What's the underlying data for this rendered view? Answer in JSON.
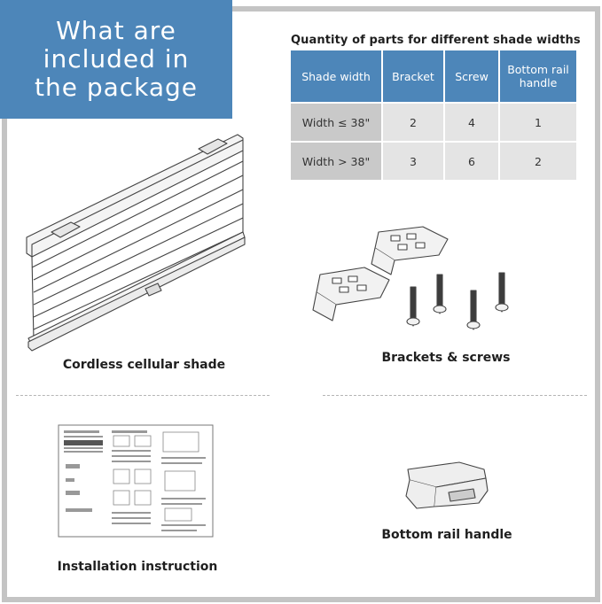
{
  "header": {
    "line1": "What are",
    "line2": "included in",
    "line3": "the package"
  },
  "table": {
    "title": "Quantity of parts for different shade widths",
    "columns": [
      "Shade width",
      "Bracket",
      "Screw",
      "Bottom rail handle"
    ],
    "rows": [
      [
        "Width ≤ 38\"",
        "2",
        "4",
        "1"
      ],
      [
        "Width > 38\"",
        "3",
        "6",
        "2"
      ]
    ]
  },
  "items": {
    "shade": "Cordless cellular shade",
    "brackets": "Brackets & screws",
    "instruction": "Installation instruction",
    "handle": "Bottom rail handle"
  }
}
